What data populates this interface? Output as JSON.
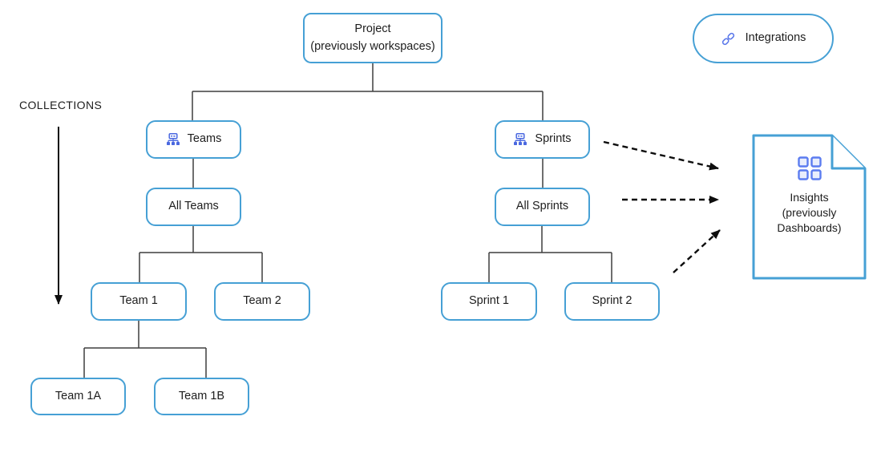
{
  "labels": {
    "collections": "COLLECTIONS"
  },
  "nodes": {
    "project": {
      "title": "Project",
      "subtitle": "(previously workspaces)"
    },
    "integrations": {
      "label": "Integrations",
      "icon": "link-icon"
    },
    "teams": {
      "label": "Teams",
      "icon": "org-chart-icon"
    },
    "sprints": {
      "label": "Sprints",
      "icon": "org-chart-icon"
    },
    "all_teams": {
      "label": "All Teams"
    },
    "all_sprints": {
      "label": "All Sprints"
    },
    "team1": {
      "label": "Team 1"
    },
    "team2": {
      "label": "Team 2"
    },
    "team1a": {
      "label": "Team 1A"
    },
    "team1b": {
      "label": "Team 1B"
    },
    "sprint1": {
      "label": "Sprint 1"
    },
    "sprint2": {
      "label": "Sprint 2"
    },
    "insights": {
      "line1": "Insights",
      "line2": "(previously",
      "line3": "Dashboards)",
      "icon": "grid-icon"
    }
  },
  "connections": {
    "solid": [
      "Project -> Teams",
      "Project -> Sprints",
      "Teams -> All Teams",
      "All Teams -> Team 1",
      "All Teams -> Team 2",
      "Team 1 -> Team 1A",
      "Team 1 -> Team 1B",
      "Sprints -> All Sprints",
      "All Sprints -> Sprint 1",
      "All Sprints -> Sprint 2"
    ],
    "dashed_to_insights": [
      "Sprints",
      "All Sprints",
      "Sprint 2"
    ]
  },
  "colors": {
    "box_border": "#46a0d5",
    "org_icon_blue": "#4a68e0",
    "link_icon_blue": "#5b78ea",
    "grid_icon_blue": "#5b7cf0",
    "connector_gray": "#3f3f3f",
    "arrow_black": "#0d0d0d",
    "text": "#1d1d1d"
  }
}
